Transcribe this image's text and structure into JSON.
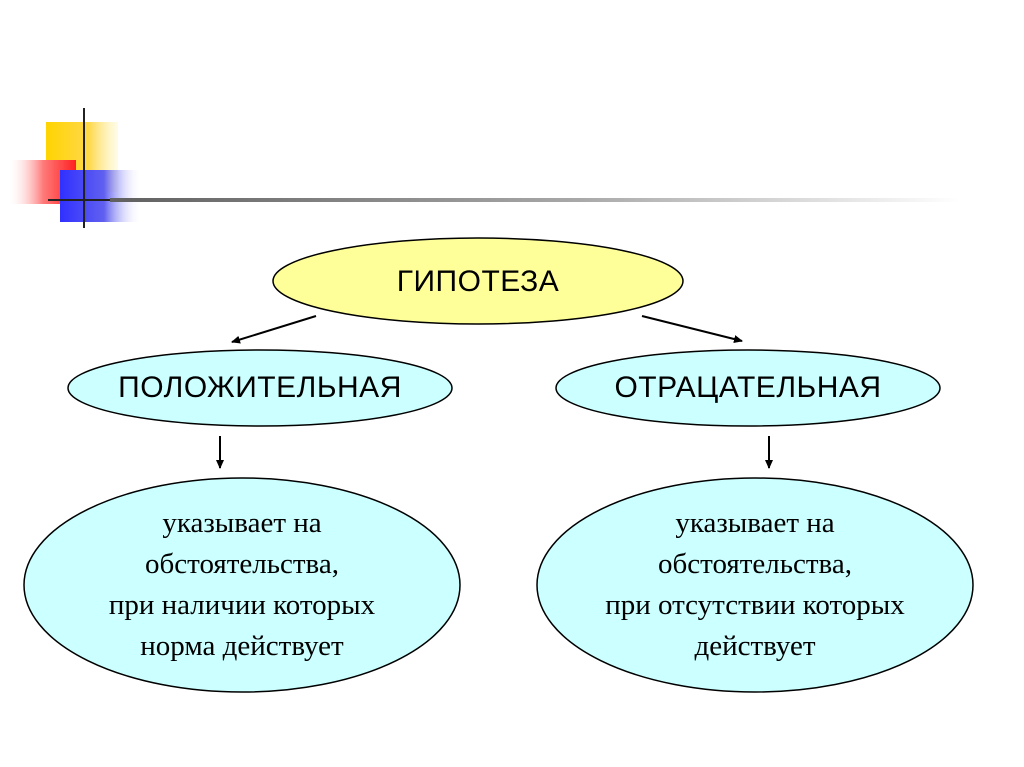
{
  "colors": {
    "root_fill": "#ffff99",
    "branch_fill": "#ccffff",
    "outline": "#000000"
  },
  "diagram": {
    "root": {
      "label": "ГИПОТЕЗА"
    },
    "left": {
      "label": "ПОЛОЖИТЕЛЬНАЯ",
      "description": "указывает на\nобстоятельства,\nпри наличии которых\nнорма действует"
    },
    "right": {
      "label": "ОТРАЦАТЕЛЬНАЯ",
      "description": "указывает на\nобстоятельства,\nпри отсутствии которых\nдействует"
    }
  }
}
